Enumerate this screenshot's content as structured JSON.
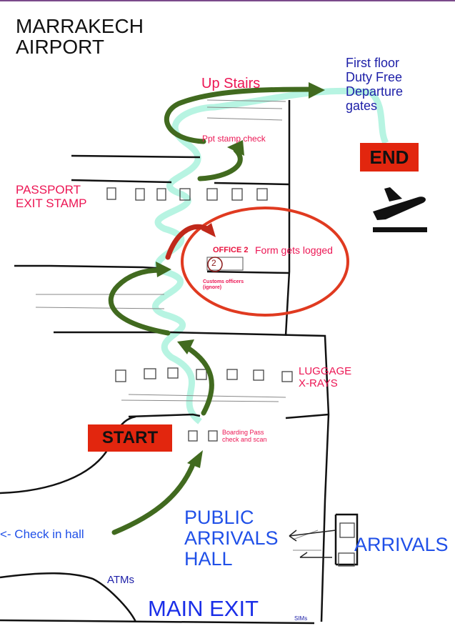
{
  "title": [
    "MARRAKECH",
    "AIRPORT"
  ],
  "labels": {
    "up_stairs": "Up Stairs",
    "first_floor": [
      "First floor",
      "Duty Free",
      "Departure",
      "gates"
    ],
    "end": "END",
    "ppt_stamp_check": "Ppt stamp check",
    "passport_exit_stamp": [
      "PASSPORT",
      "EXIT STAMP"
    ],
    "office2": "OFFICE 2",
    "form_logged": "Form gets logged",
    "customs": [
      "Customs officers",
      "(ignore)"
    ],
    "luggage_xrays": [
      "LUGGAGE",
      "X-RAYS"
    ],
    "start": "START",
    "boarding_pass": [
      "Boarding Pass",
      "check and scan"
    ],
    "check_in_hall": "<- Check in hall",
    "public_arrivals": [
      "PUBLIC",
      "ARRIVALS",
      "HALL"
    ],
    "arrivals": "ARRIVALS",
    "atms": "ATMs",
    "main_exit": "MAIN EXIT",
    "sims": "SIMs",
    "office_number": "2"
  },
  "icons": {
    "departure": "airplane-departure-icon"
  },
  "colors": {
    "route_arrow": "#416a1f",
    "highlight_path": "#9ff0d8",
    "office_ring": "#e03a20",
    "start_end_box": "#e2260e",
    "pink_text": "#ec1654",
    "blue_text": "#2050e8",
    "navy_text": "#1e20a8"
  }
}
